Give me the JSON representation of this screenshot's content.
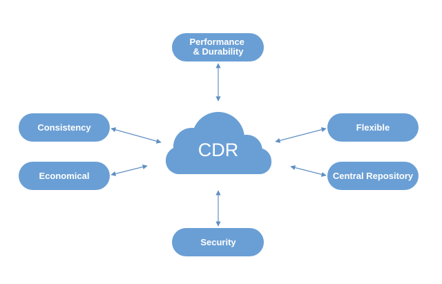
{
  "center": {
    "label": "CDR"
  },
  "nodes": {
    "performance": {
      "line1": "Performance",
      "line2": "& Durability"
    },
    "consistency": {
      "label": "Consistency"
    },
    "economical": {
      "label": "Economical"
    },
    "flexible": {
      "label": "Flexible"
    },
    "central_repository": {
      "label": "Central Repository"
    },
    "security": {
      "label": "Security"
    }
  },
  "colors": {
    "node_fill": "#6a9fd5",
    "connector": "#5f8fc2",
    "text": "#ffffff"
  }
}
